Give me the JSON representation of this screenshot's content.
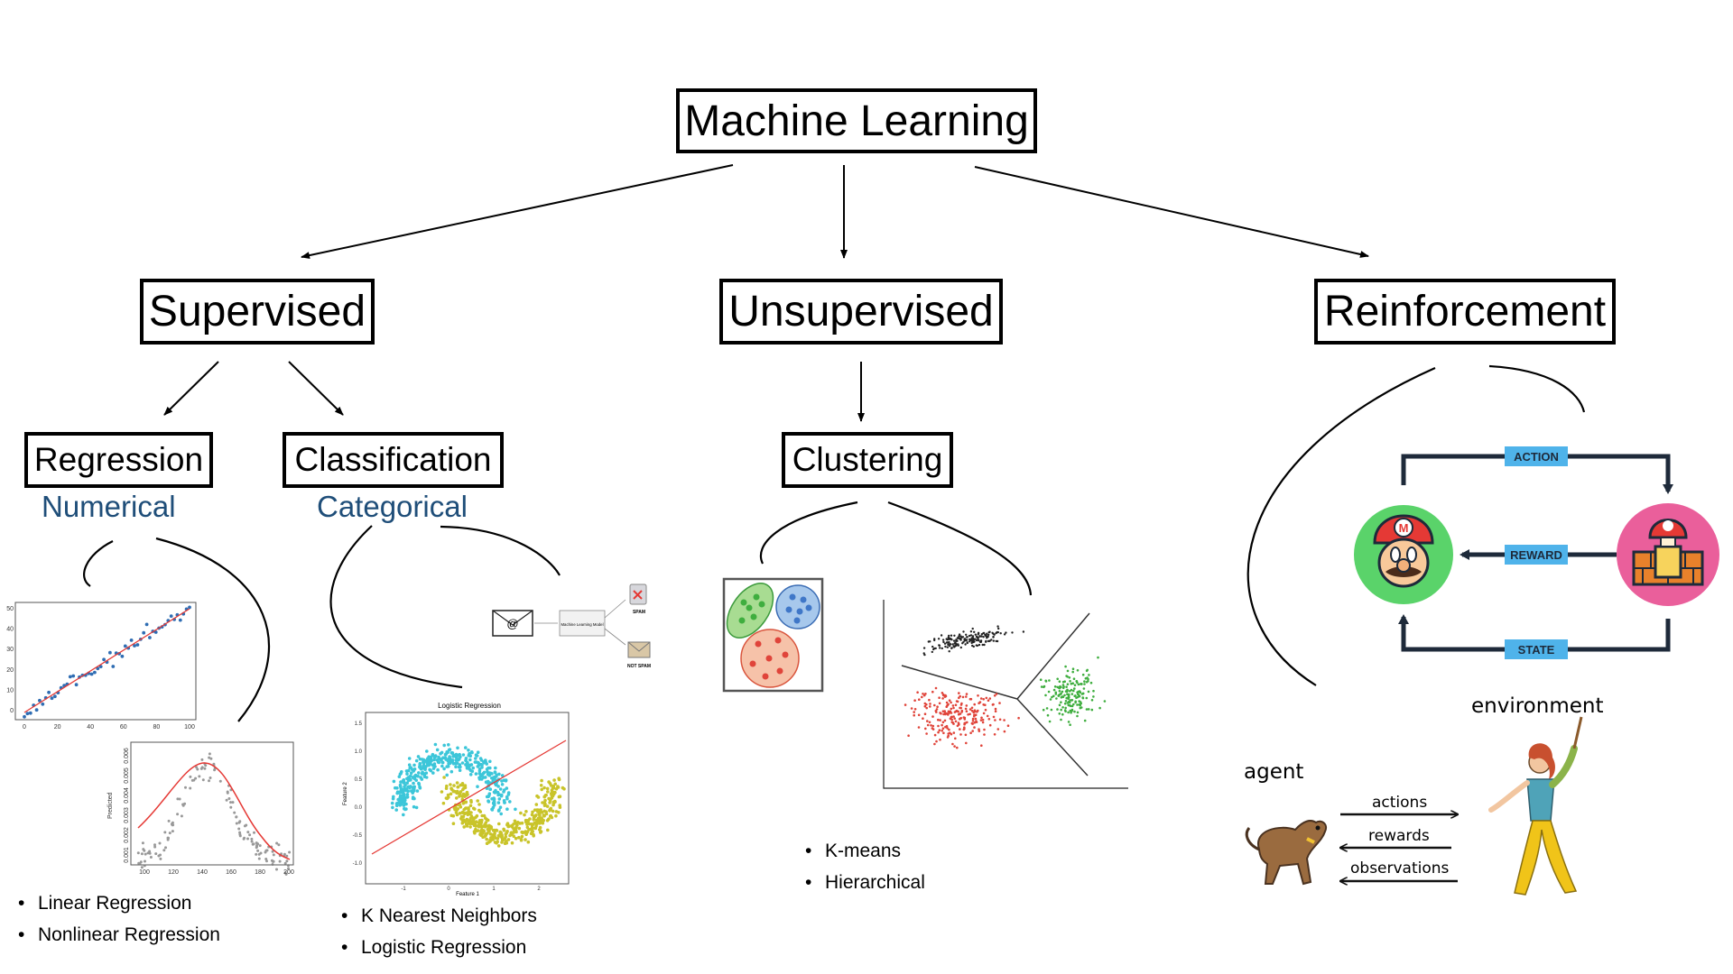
{
  "root": {
    "label": "Machine Learning"
  },
  "categories": {
    "supervised": "Supervised",
    "unsupervised": "Unsupervised",
    "reinforcement": "Reinforcement"
  },
  "subcategories": {
    "regression": {
      "label": "Regression",
      "type": "Numerical"
    },
    "classification": {
      "label": "Classification",
      "type": "Categorical"
    },
    "clustering": {
      "label": "Clustering"
    }
  },
  "algorithms": {
    "regression": [
      "Linear Regression",
      "Nonlinear Regression"
    ],
    "classification": [
      "K Nearest Neighbors",
      "Logistic Regression"
    ],
    "clustering": [
      "K-means",
      "Hierarchical"
    ]
  },
  "logistic_plot": {
    "title": "Logistic Regression",
    "xlabel": "Feature 1",
    "ylabel": "Feature 2",
    "y_ticks": [
      "1.5",
      "1.0",
      "0.5",
      "0.0",
      "-0.5",
      "-1.0"
    ],
    "x_ticks": [
      "-1",
      "0",
      "1",
      "2"
    ]
  },
  "linear_plot": {
    "x_ticks": [
      "0",
      "20",
      "40",
      "60",
      "80",
      "100"
    ],
    "y_ticks": [
      "50",
      "40",
      "30",
      "20",
      "10",
      "0"
    ]
  },
  "nonlinear_plot": {
    "ylabel": "Predicted",
    "x_ticks": [
      "100",
      "120",
      "140",
      "160",
      "180",
      "200"
    ],
    "y_ticks": [
      "0.006",
      "0.005",
      "0.004",
      "0.003",
      "0.002",
      "0.001"
    ]
  },
  "spam_diagram": {
    "model_label": "Machine Learning Model",
    "spam_label": "SPAM",
    "not_spam_label": "NOT SPAM"
  },
  "rl_loop": {
    "action_label": "ACTION",
    "reward_label": "REWARD",
    "state_label": "STATE"
  },
  "rl_cartoon": {
    "agent_label": "agent",
    "environment_label": "environment",
    "actions_label": "actions",
    "rewards_label": "rewards",
    "observations_label": "observations"
  },
  "colors": {
    "subtitle": "#1f4e79",
    "loop_dark": "#1e2a3a",
    "loop_label_bg": "#4fb3ea",
    "agent_circle": "#5ad36a",
    "env_circle": "#ea5f9b",
    "cyan": "#3cc6d9",
    "olive": "#c9c42a",
    "red": "#e0443a",
    "green": "#3fae3f",
    "blue": "#3f77c8"
  }
}
